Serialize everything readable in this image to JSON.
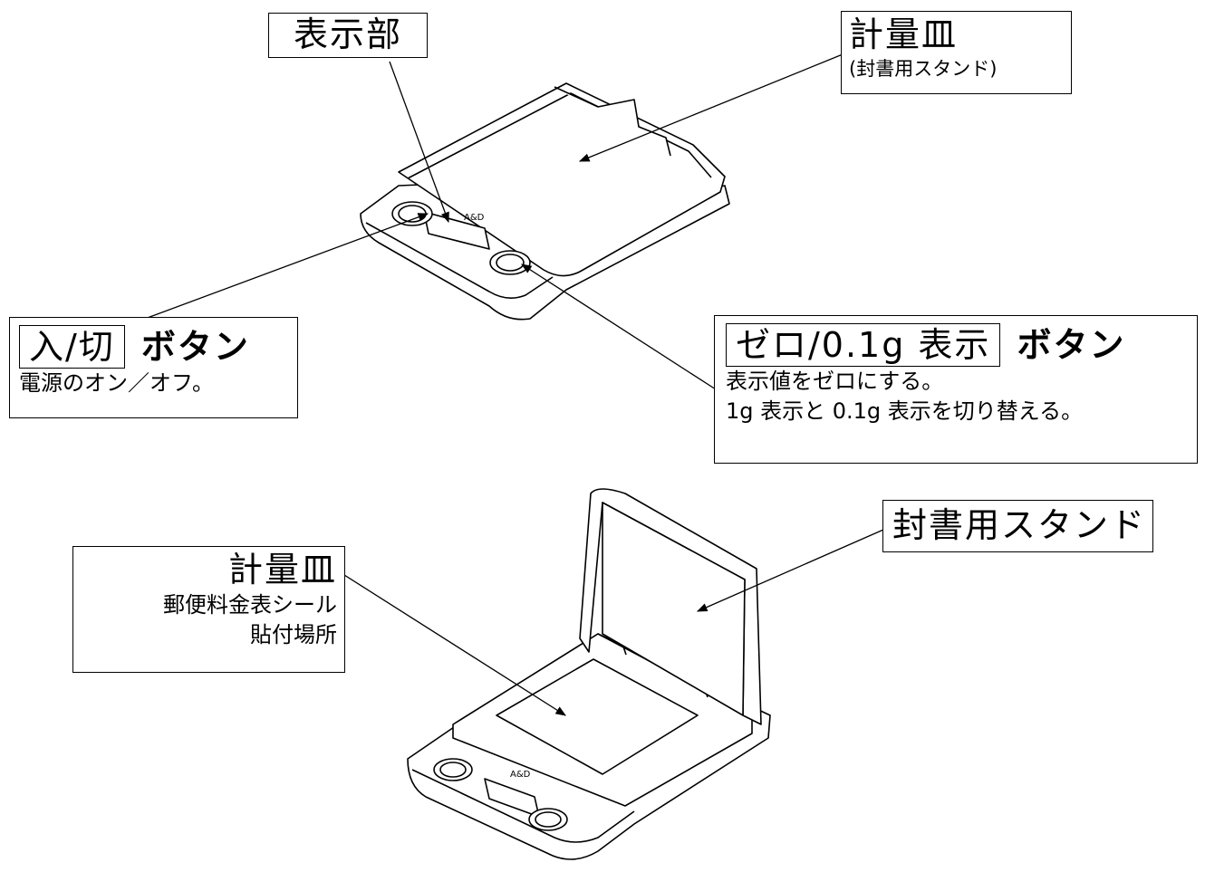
{
  "labels": {
    "display": {
      "title": "表示部"
    },
    "pan_top": {
      "title": "計量皿",
      "subtitle": "(封書用スタンド)"
    },
    "power": {
      "key": "入/切",
      "suffix": "ボタン",
      "desc": "電源のオン／オフ。"
    },
    "zero": {
      "key": "ゼロ/0.1g 表示",
      "suffix": "ボタン",
      "desc1": "表示値をゼロにする。",
      "desc2": "1g 表示と 0.1g 表示を切り替える。"
    },
    "stand": {
      "title": "封書用スタンド"
    },
    "pan_bottom": {
      "title": "計量皿",
      "desc1": "郵便料金表シール",
      "desc2": "貼付場所"
    }
  },
  "device_marks": {
    "brand": "A&D"
  }
}
